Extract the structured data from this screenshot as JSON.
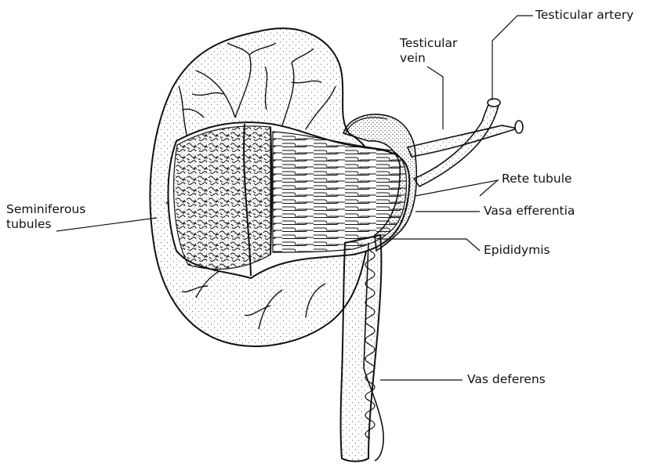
{
  "labels": {
    "testicular_artery": "Testicular artery",
    "testicular_vein": {
      "line1": "Testicular",
      "line2": "vein"
    },
    "rete_tubule": "Rete tubule",
    "vasa_efferentia": "Vasa efferentia",
    "epididymis": "Epididymis",
    "seminiferous_tubules": {
      "line1": "Seminiferous",
      "line2": "tubules"
    },
    "vas_deferens": "Vas deferens"
  },
  "colors": {
    "ink": "#111111",
    "paper": "#ffffff"
  }
}
